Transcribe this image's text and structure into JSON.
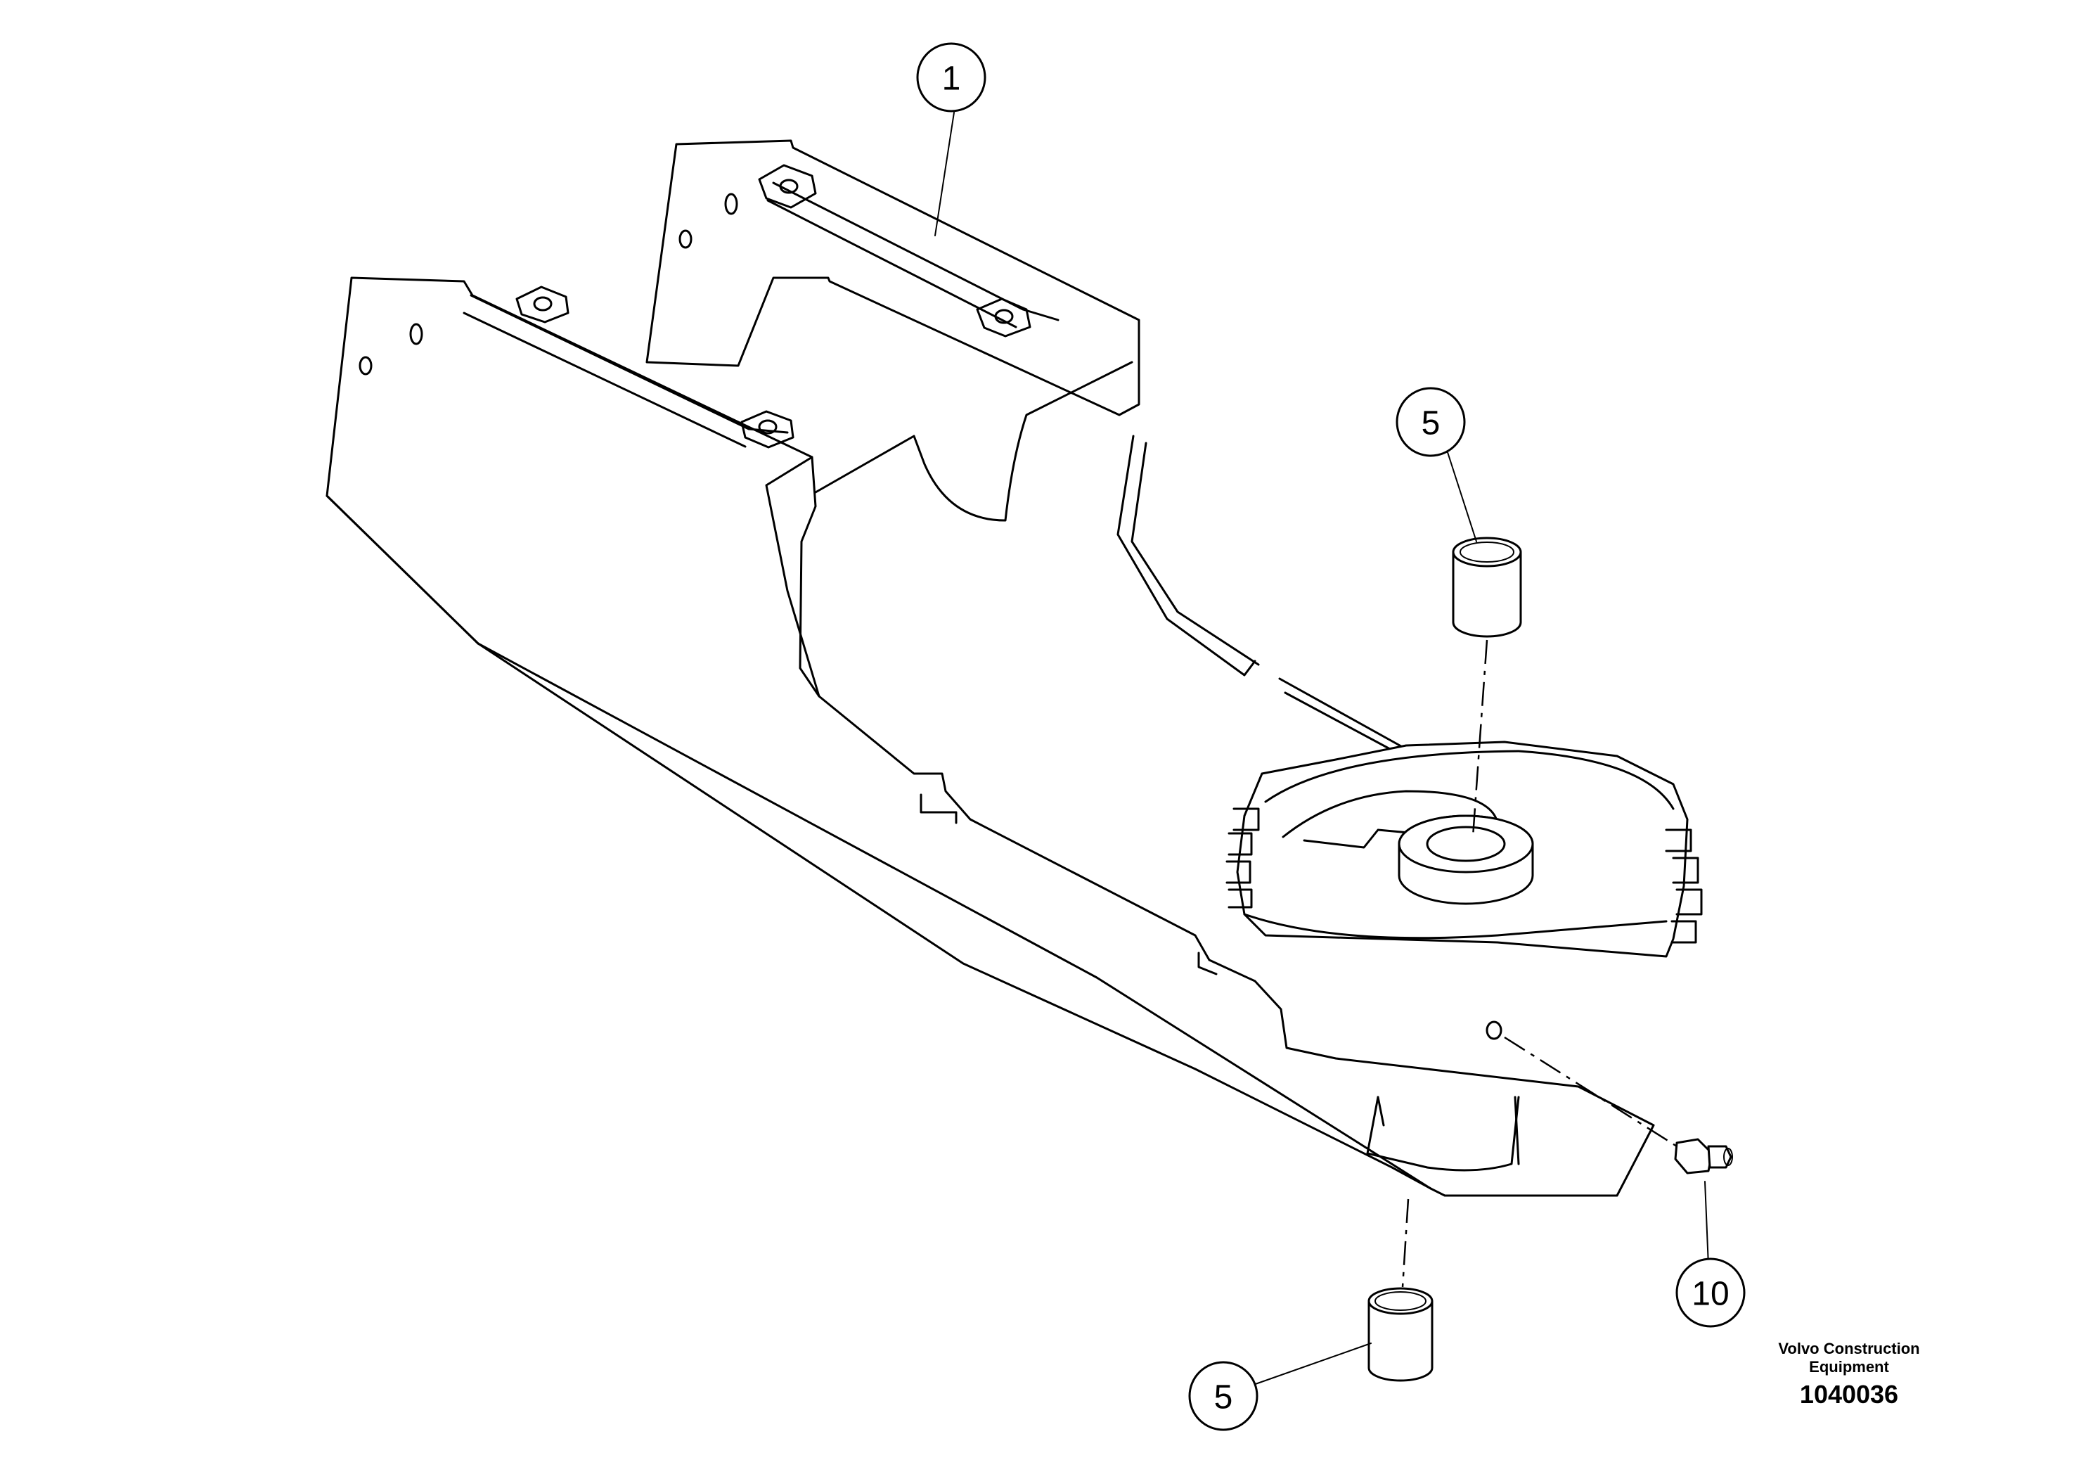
{
  "callouts": [
    {
      "id": "1",
      "label": "1"
    },
    {
      "id": "5a",
      "label": "5"
    },
    {
      "id": "5b",
      "label": "5"
    },
    {
      "id": "10",
      "label": "10"
    }
  ],
  "manufacturer": {
    "line1": "Volvo Construction",
    "line2": "Equipment",
    "drawing_number": "1040036"
  }
}
